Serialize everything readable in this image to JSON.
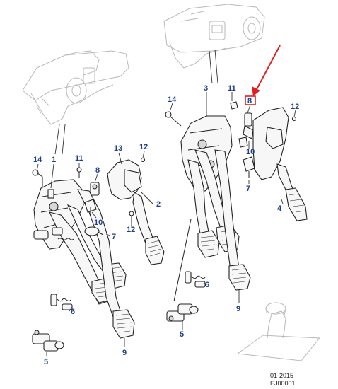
{
  "callouts": {
    "left": {
      "c14": "14",
      "c1": "1",
      "c11": "11",
      "c8": "8",
      "c13": "13",
      "c12a": "12",
      "c2": "2",
      "c10": "10",
      "c12b": "12",
      "c7": "7",
      "c6": "6",
      "c5": "5",
      "c9": "9"
    },
    "right": {
      "c3": "3",
      "c11": "11",
      "c14": "14",
      "c8": "8",
      "c12": "12",
      "c10": "10",
      "c7": "7",
      "c4": "4",
      "c6": "6",
      "c5": "5",
      "c9": "9"
    }
  },
  "caption": {
    "date": "01-2015",
    "code": "EJ00001"
  },
  "colors": {
    "callout": "#1f3f8a",
    "highlight": "#e02020",
    "ghost": "#b9b9b9",
    "linework": "#222222"
  }
}
